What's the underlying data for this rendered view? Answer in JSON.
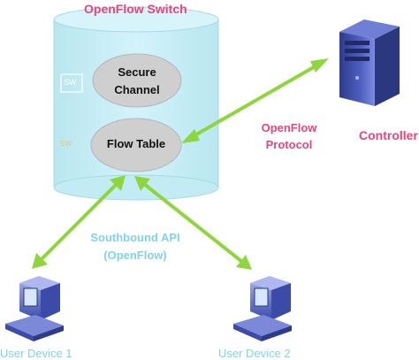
{
  "switch": {
    "title": "OpenFlow Switch",
    "sw_label_1": "SW",
    "sw_label_2": "SW",
    "secure_channel_line1": "Secure",
    "secure_channel_line2": "Channel",
    "flow_table": "Flow Table"
  },
  "controller": {
    "label": "Controller"
  },
  "protocol": {
    "line1": "OpenFlow",
    "line2": "Protocol"
  },
  "southbound": {
    "line1": "Southbound API",
    "line2": "(OpenFlow)"
  },
  "devices": [
    {
      "label": "User Device 1"
    },
    {
      "label": "User Device 2"
    }
  ],
  "colors": {
    "cylinder": "#c7eef6",
    "cylinder_edge": "#a6dbe8",
    "ellipse": "#cfcfcf",
    "arrow": "#8ed63c",
    "title_pink": "#e8457a",
    "southbound_cyan": "#7fd4e6",
    "server": "#3b4aa8"
  },
  "icons": [
    "server-icon",
    "computer-icon",
    "computer-icon"
  ]
}
